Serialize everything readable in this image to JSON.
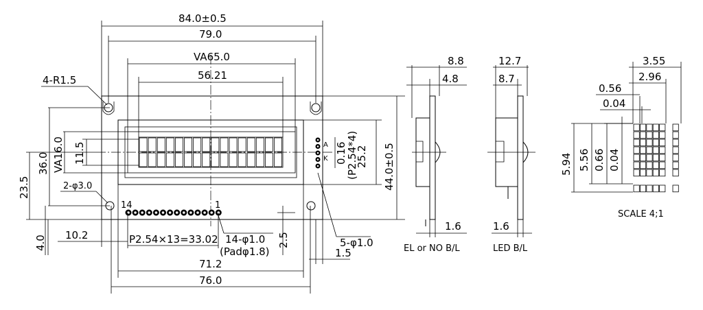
{
  "front": {
    "overall_width": "84.0±0.5",
    "hole_pitch": "79.0",
    "viewing_area": "VA65.0",
    "active_width": "56.21",
    "corner_radius": "4-R1.5",
    "mount_holes": "2-φ3.0",
    "overall_height": "44.0±0.5",
    "pad_pitch_note": "(P2.54*4)",
    "bl_pad_h": "25.2",
    "pad_pitch_small": "0.16",
    "height_36": "36.0",
    "va_height": "VA16.0",
    "active_height": "11.5",
    "height_23": "23.5",
    "bottom_4": "4.0",
    "left_10": "10.2",
    "pin_pitch": "P2.54×13=33.02",
    "pin_holes": "14-φ1.0",
    "pad_dia": "(Padφ1.8)",
    "pin_row_2_5": "2.5",
    "bl_holes": "5-φ1.0",
    "bl_1_5": "1.5",
    "width_71": "71.2",
    "width_76": "76.0",
    "pin_14": "14",
    "pin_1": "1",
    "pin_a": "A",
    "pin_k": "K"
  },
  "side_el": {
    "depth_total": "8.8",
    "depth_bezel": "4.8",
    "pcb": "1.6",
    "caption": "EL or NO B/L"
  },
  "side_led": {
    "depth_total": "12.7",
    "depth_bezel": "8.7",
    "pcb": "1.6",
    "caption": "LED B/L"
  },
  "char_detail": {
    "char_width": "3.55",
    "dots_width": "2.96",
    "dot_width": "0.56",
    "dot_gap_x": "0.04",
    "char_height": "5.94",
    "dots_height": "5.56",
    "dot_height": "0.66",
    "dot_gap_y": "0.04",
    "scale": "SCALE 4;1"
  }
}
